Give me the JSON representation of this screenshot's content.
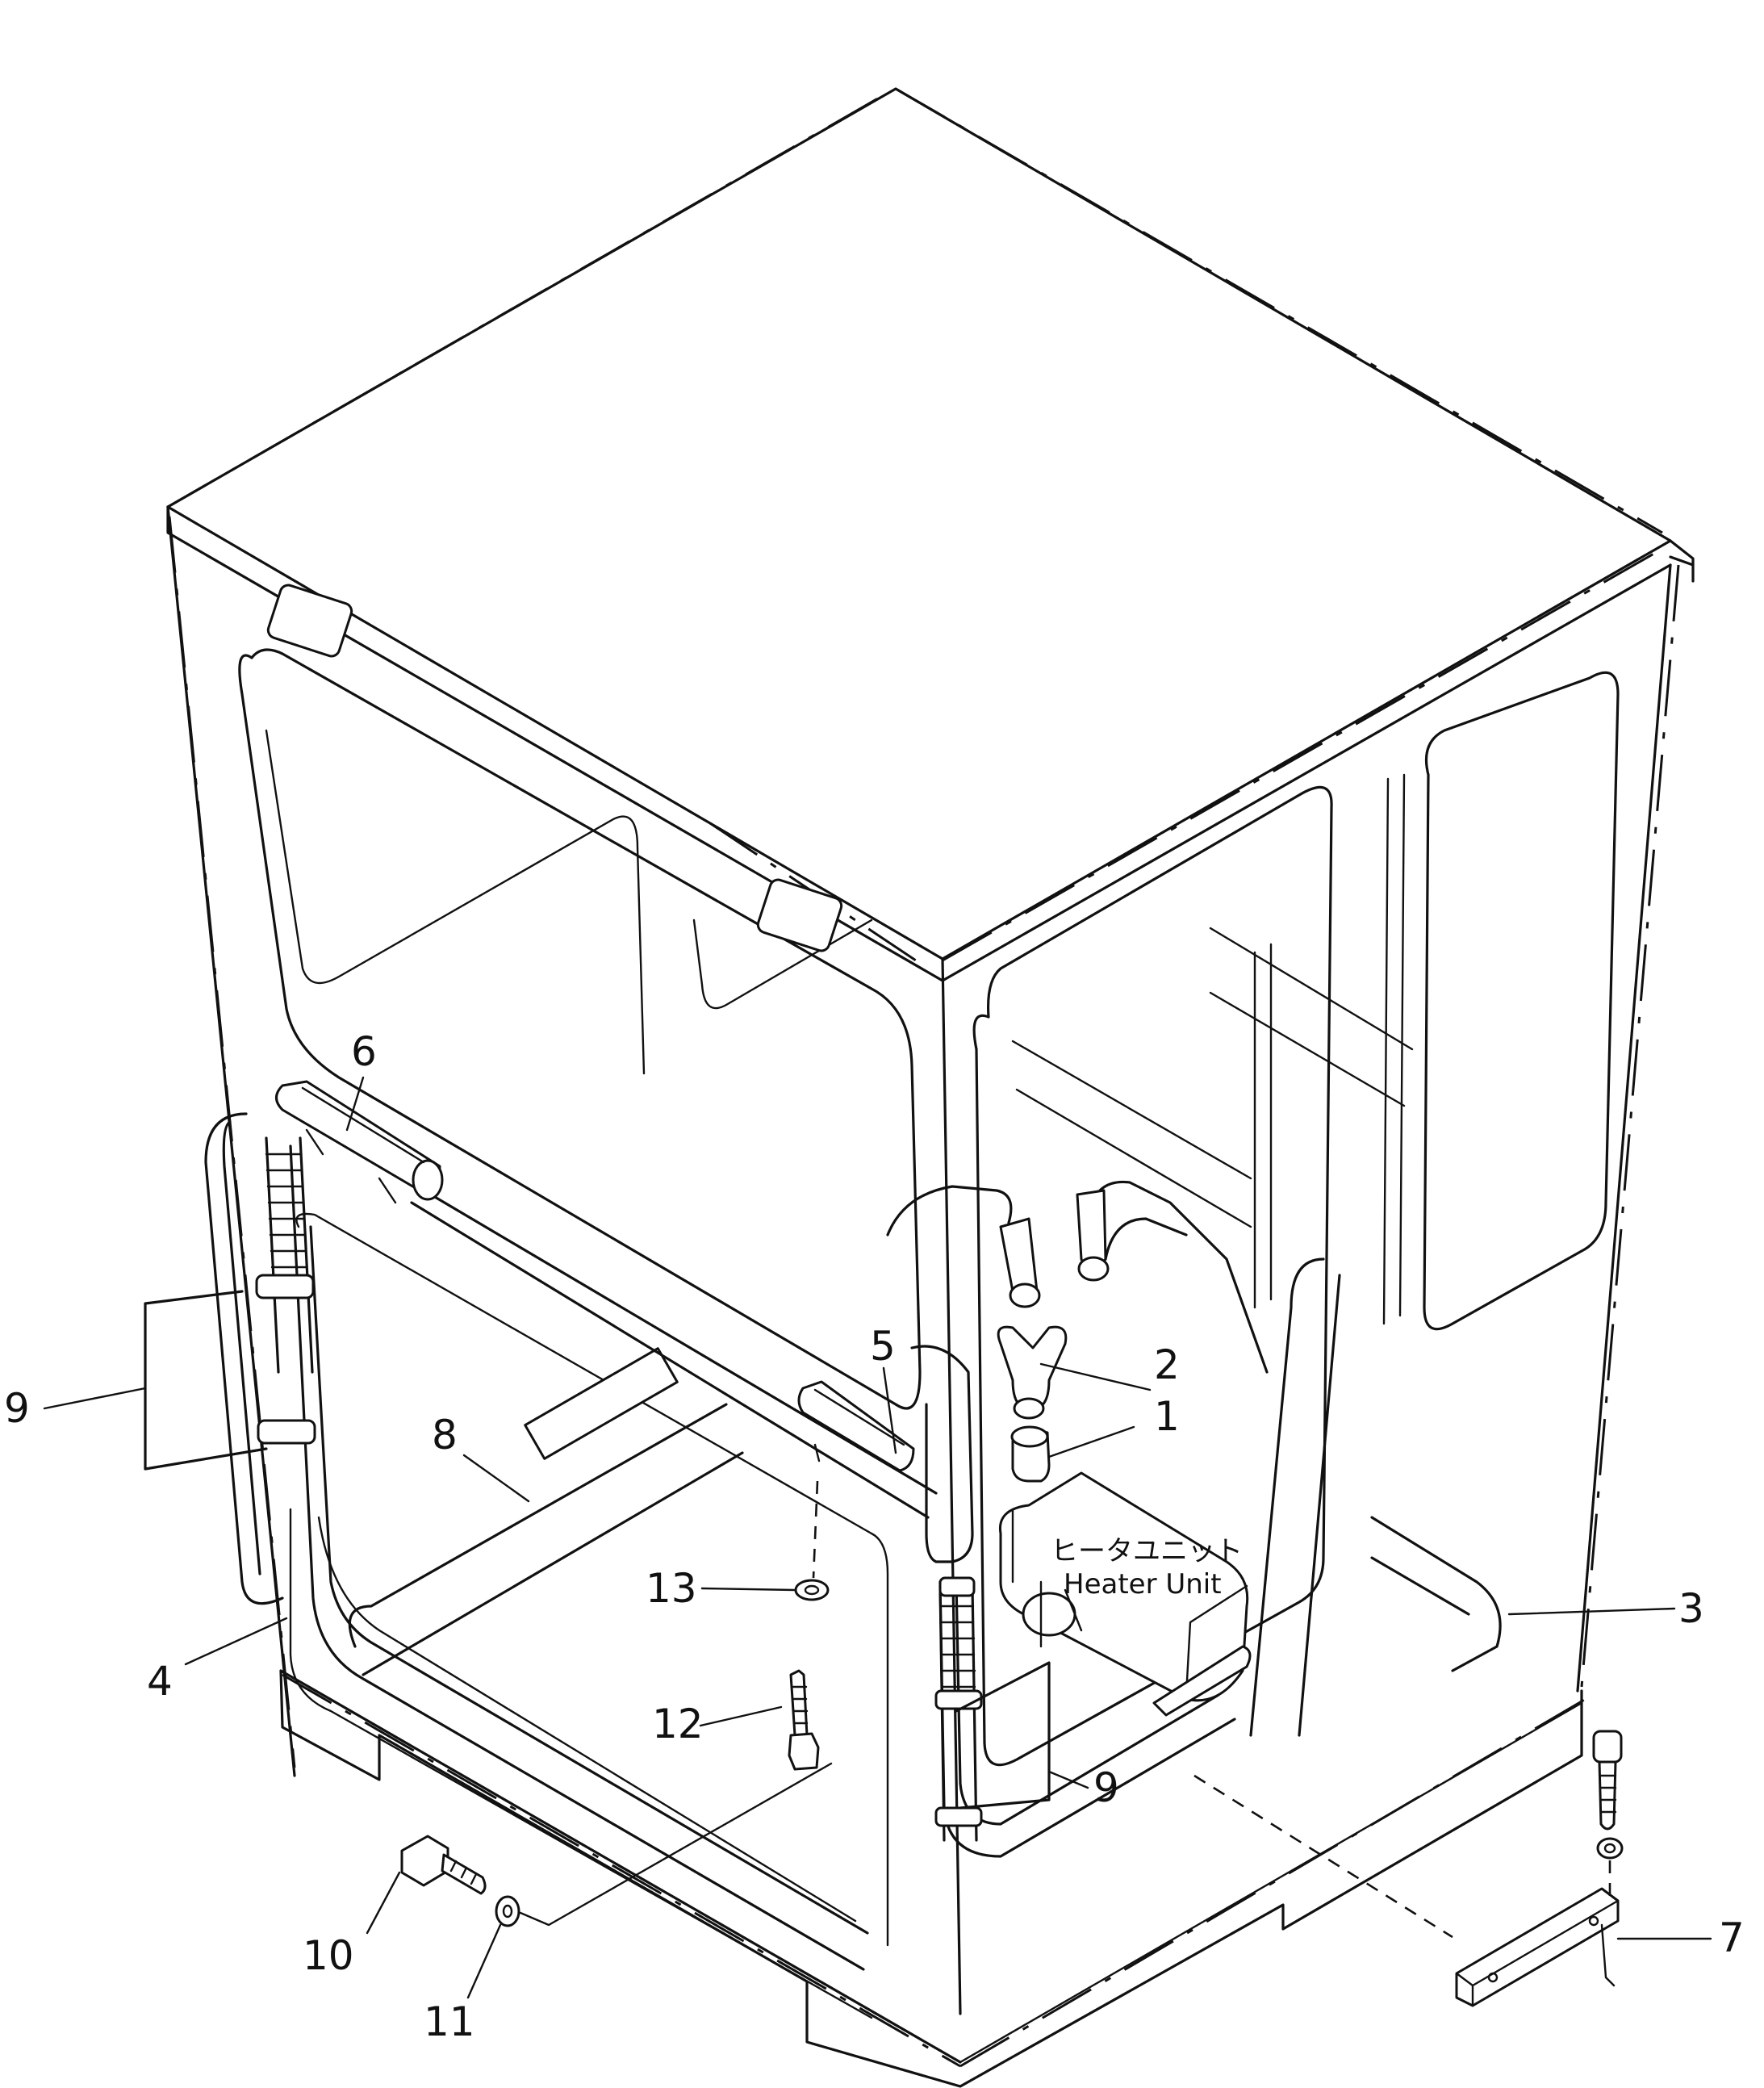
{
  "heater_unit": {
    "label_jp": "ヒータユニット",
    "label_en": "Heater Unit"
  },
  "callouts": {
    "c1": "1",
    "c2": "2",
    "c3": "3",
    "c4": "4",
    "c5": "5",
    "c6": "6",
    "c7": "7",
    "c8": "8",
    "c9_left": "9",
    "c9_right": "9",
    "c10": "10",
    "c11": "11",
    "c12": "12",
    "c13": "13"
  }
}
